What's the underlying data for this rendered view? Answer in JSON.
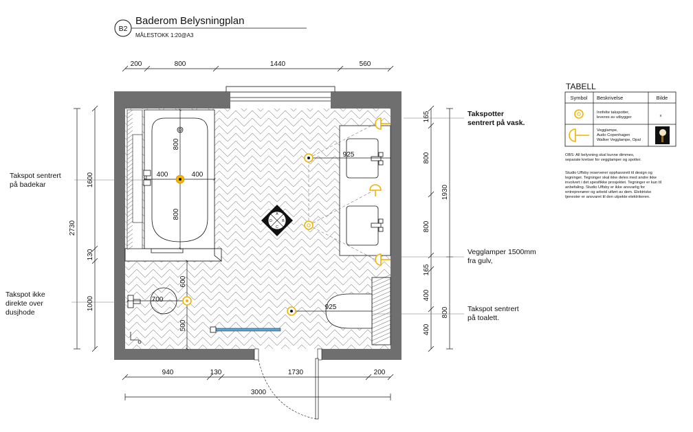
{
  "title": {
    "badge": "B2",
    "main": "Baderom Belysningplan",
    "scale": "MÅLESTOKK 1:20@A3"
  },
  "dimensions": {
    "top": [
      "200",
      "800",
      "1440",
      "560"
    ],
    "bottom": [
      "940",
      "130",
      "1730",
      "200"
    ],
    "bottom_total": "3000",
    "left_inner": [
      "1600",
      "130",
      "1000"
    ],
    "left_total": "2730",
    "right_inner": [
      "165",
      "800",
      "800",
      "165",
      "400",
      "400"
    ],
    "right_outer": [
      "1930",
      "800"
    ],
    "interior": {
      "bath_vertical_top": "800",
      "bath_vertical_bottom": "800",
      "bath_left": "400",
      "bath_right": "400",
      "sink_spot": "925",
      "shower_vertical_top": "600",
      "shower_vertical_bottom": "500",
      "shower_radius": "700",
      "toilet_spot": "925"
    }
  },
  "callouts": {
    "left_bath": [
      "Takspot sentrert",
      "på badekar"
    ],
    "left_shower": [
      "Takspot ikke",
      "direkte over",
      "dusjhode"
    ],
    "right_sink": [
      "Takspotter",
      "sentrert på vask."
    ],
    "right_wall": [
      "Vegglamper 1500mm",
      "fra gulv,"
    ],
    "right_toilet": [
      "Takspot sentrert",
      "på toalett."
    ]
  },
  "compass": {
    "a": "A",
    "b": "B",
    "c": "C",
    "d": "D"
  },
  "table": {
    "title": "TABELL",
    "headers": [
      "Symbol",
      "Beskrivelse",
      "Bilde"
    ],
    "rows": [
      {
        "symbol": "spot-icon",
        "desc": [
          "Innfelte takspotter,",
          "leveres av utbygger"
        ],
        "image": "x"
      },
      {
        "symbol": "wall-lamp-icon",
        "desc": [
          "Vegglampe,",
          "Audo Copenhagen",
          "Walker Vegglampe, Opal"
        ],
        "image": ""
      }
    ]
  },
  "notes": {
    "obs": [
      "OBS: All belysning skal kunne dimmes,",
      "separate kretser for vegglamper og spotter."
    ],
    "disclaimer": [
      "Studio Uffsby reserverer opphavsrett til design og",
      "tegninger. Tegninger skal ikke deles med andre ikke",
      "involvert i det spesifikke prosjektet. Tegninger er kun til",
      "anbefaling. Studio Uffsby er ikke ansvarlig for",
      "entreprenører og arbeid utført av dem. Elektriske",
      "tjenester er ansvaret til den utpekte elektrikeren."
    ]
  },
  "colors": {
    "wall": "#6f6f6f",
    "accent": "#f0b400",
    "glass": "#5aa6d6"
  }
}
